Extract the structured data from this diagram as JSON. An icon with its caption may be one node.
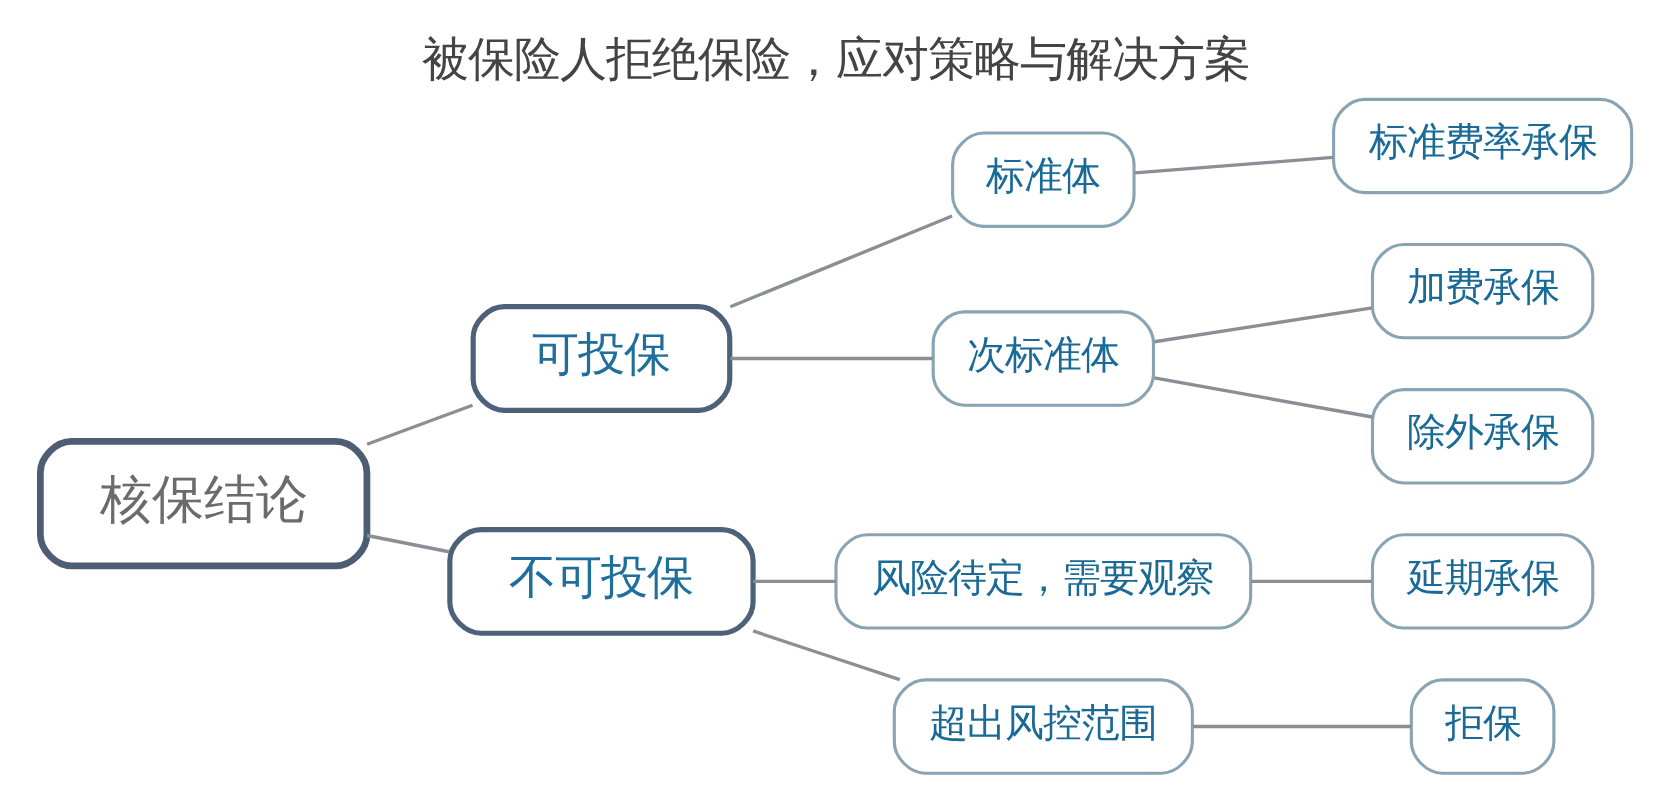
{
  "diagram": {
    "title": "被保险人拒绝保险，应对策略与解决方案",
    "nodes": [
      {
        "text": [
          "核保结论"
        ]
      },
      {
        "text": [
          "可投保"
        ]
      },
      {
        "text": [
          "标准体"
        ]
      },
      {
        "text": [
          "标准费率承保"
        ]
      },
      {
        "text": [
          "次标准体"
        ]
      },
      {
        "text": [
          "加费承保"
        ]
      },
      {
        "text": [
          "除外承保"
        ]
      },
      {
        "text": [
          "不可投保"
        ]
      },
      {
        "text": [
          "风险待定，需要观察"
        ]
      },
      {
        "text": [
          "延期承保"
        ]
      },
      {
        "text": [
          "超出风控范围"
        ]
      },
      {
        "text": [
          "拒保"
        ]
      }
    ],
    "edges": [
      {
        "from": 0,
        "to": 1,
        "arrow": "none"
      },
      {
        "from": 1,
        "to": 2,
        "arrow": "none"
      },
      {
        "from": 2,
        "to": 3,
        "arrow": "none"
      },
      {
        "from": 1,
        "to": 4,
        "arrow": "none"
      },
      {
        "from": 4,
        "to": 5,
        "arrow": "none"
      },
      {
        "from": 4,
        "to": 6,
        "arrow": "none"
      },
      {
        "from": 0,
        "to": 7,
        "arrow": "none"
      },
      {
        "from": 7,
        "to": 8,
        "arrow": "none"
      },
      {
        "from": 8,
        "to": 9,
        "arrow": "none"
      },
      {
        "from": 7,
        "to": 10,
        "arrow": "none"
      },
      {
        "from": 10,
        "to": 11,
        "arrow": "none"
      }
    ]
  }
}
